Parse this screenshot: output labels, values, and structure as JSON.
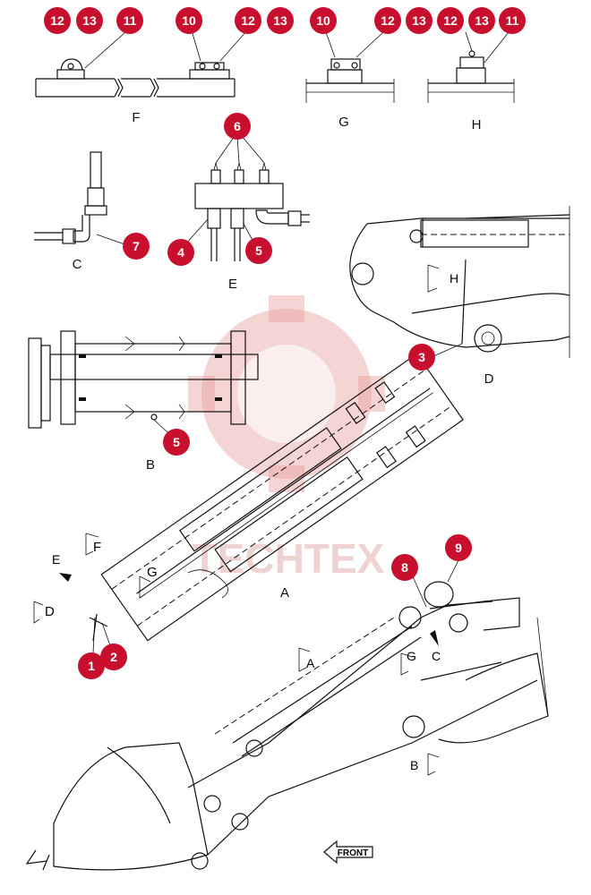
{
  "watermark": "TECHTEX",
  "views": {
    "A": "A",
    "B": "B",
    "C": "C",
    "D": "D",
    "E": "E",
    "F": "F",
    "G": "G",
    "H": "H"
  },
  "callouts": {
    "c1": "1",
    "c2": "2",
    "c3": "3",
    "c4": "4",
    "c5a": "5",
    "c5b": "5",
    "c6": "6",
    "c7": "7",
    "c8": "8",
    "c9": "9",
    "c10a": "10",
    "c10b": "10",
    "c11a": "11",
    "c11b": "11",
    "c12a": "12",
    "c12b": "12",
    "c12c": "12",
    "c12d": "12",
    "c13a": "13",
    "c13b": "13",
    "c13c": "13",
    "c13d": "13"
  },
  "front_label": "FRONT",
  "callout_color": "#c8102e"
}
